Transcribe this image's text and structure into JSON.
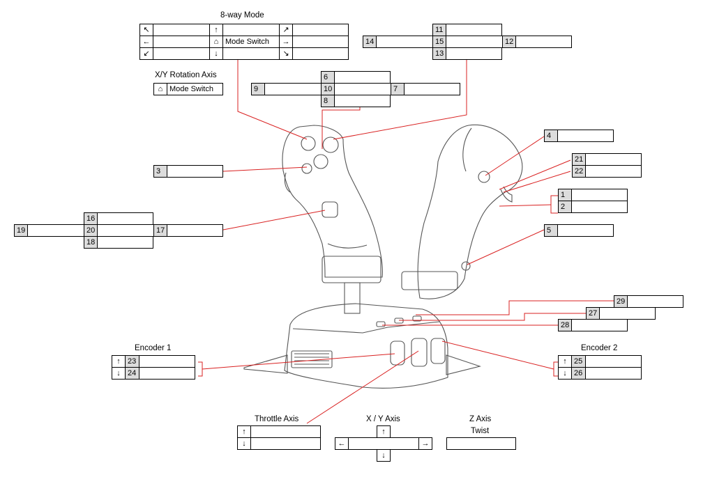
{
  "labels": {
    "eightway": "8-way Mode",
    "xyrot": "X/Y Rotation Axis",
    "encoder1": "Encoder 1",
    "encoder2": "Encoder 2",
    "throttle": "Throttle Axis",
    "xyaxis": "X / Y Axis",
    "zaxis": "Z Axis",
    "twist": "Twist"
  },
  "arrows": {
    "nw": "↖",
    "n": "↑",
    "ne": "↗",
    "w": "←",
    "home": "⌂",
    "e": "→",
    "sw": "↙",
    "s": "↓",
    "se": "↘",
    "up": "↑",
    "down": "↓",
    "left": "←",
    "right": "→"
  },
  "mode_switch": "Mode Switch",
  "buttons": {
    "b1": "1",
    "b2": "2",
    "b3": "3",
    "b4": "4",
    "b5": "5",
    "b6": "6",
    "b7": "7",
    "b8": "8",
    "b9": "9",
    "b10": "10",
    "b11": "11",
    "b12": "12",
    "b13": "13",
    "b14": "14",
    "b15": "15",
    "b16": "16",
    "b17": "17",
    "b18": "18",
    "b19": "19",
    "b20": "20",
    "b21": "21",
    "b22": "22",
    "b23": "23",
    "b24": "24",
    "b25": "25",
    "b26": "26",
    "b27": "27",
    "b28": "28",
    "b29": "29"
  },
  "colors": {
    "leader": "#d92020",
    "number_cell": "#dcdcdc"
  }
}
